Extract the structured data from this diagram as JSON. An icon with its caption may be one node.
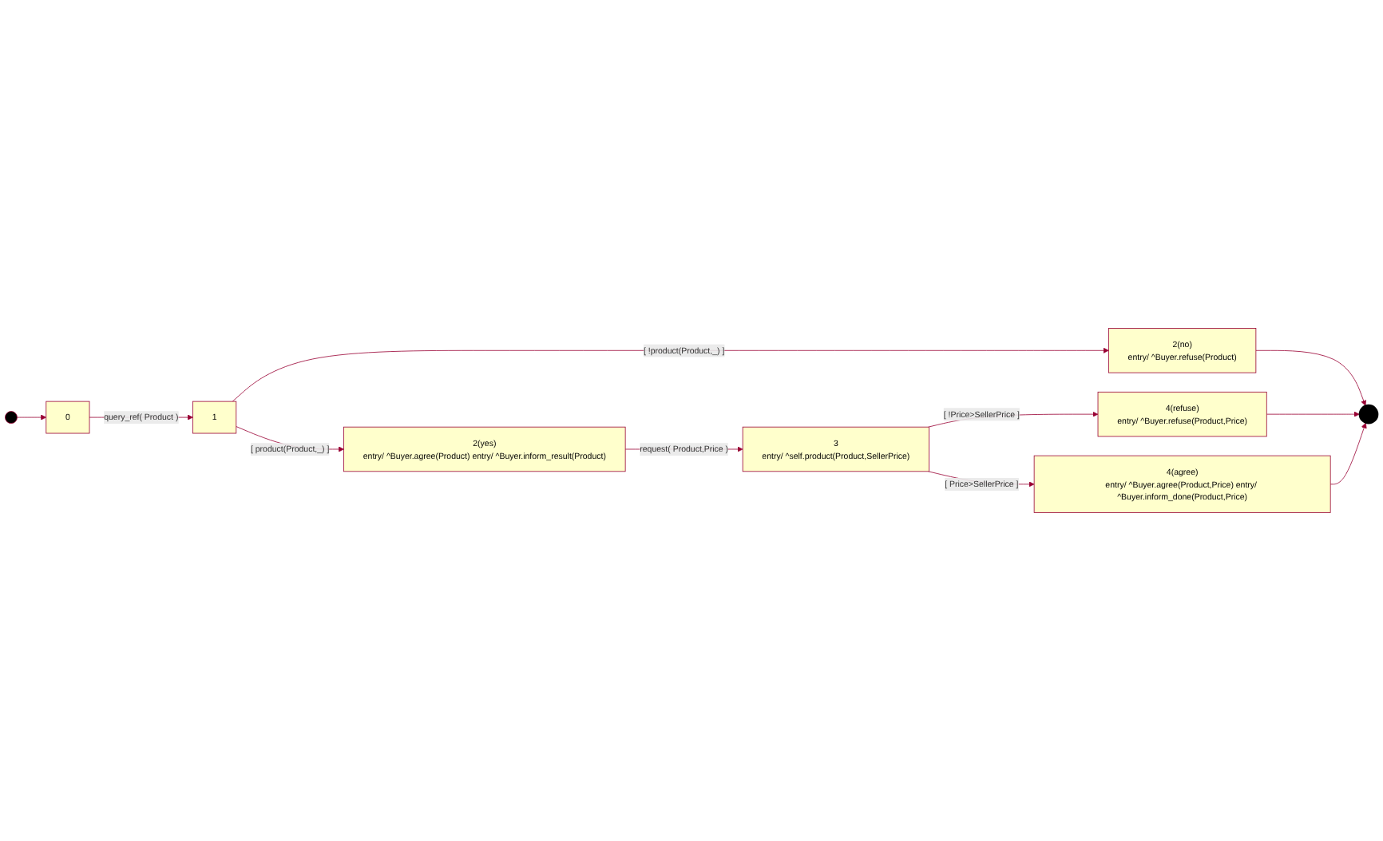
{
  "diagram": {
    "nodes": [
      {
        "text": [],
        "shape": "circle"
      },
      {
        "text": [
          "0"
        ]
      },
      {
        "text": [
          "1"
        ]
      },
      {
        "text": [
          "2(yes)",
          "entry/ ^Buyer.agree(Product) entry/ ^Buyer.inform_result(Product)"
        ]
      },
      {
        "text": [
          "2(no)",
          "entry/ ^Buyer.refuse(Product)"
        ]
      },
      {
        "text": [
          "3",
          "entry/ ^self.product(Product,SellerPrice)"
        ]
      },
      {
        "text": [
          "4(refuse)",
          "entry/ ^Buyer.refuse(Product,Price)"
        ]
      },
      {
        "text": [
          "4(agree)",
          "entry/ ^Buyer.agree(Product,Price) entry/ ^Buyer.inform_done(Product,Price)"
        ]
      },
      {
        "text": [],
        "shape": "circle"
      }
    ],
    "edges": [
      {
        "from": 0,
        "to": 1,
        "arrow": "to"
      },
      {
        "from": 1,
        "to": 2,
        "arrow": "to",
        "label": "query_ref( Product )"
      },
      {
        "from": 2,
        "to": 3,
        "arrow": "to",
        "label": "[ product(Product,_) ]"
      },
      {
        "from": 2,
        "to": 4,
        "arrow": "to",
        "label": "[ !product(Product,_) ]"
      },
      {
        "from": 3,
        "to": 5,
        "arrow": "to",
        "label": "request( Product,Price )"
      },
      {
        "from": 5,
        "to": 6,
        "arrow": "to",
        "label": "[ !Price>SellerPrice ]"
      },
      {
        "from": 5,
        "to": 7,
        "arrow": "to",
        "label": "[ Price>SellerPrice ]"
      },
      {
        "from": 4,
        "to": 8,
        "arrow": "to"
      },
      {
        "from": 6,
        "to": 8,
        "arrow": "to"
      },
      {
        "from": 7,
        "to": 8,
        "arrow": "to"
      }
    ]
  }
}
